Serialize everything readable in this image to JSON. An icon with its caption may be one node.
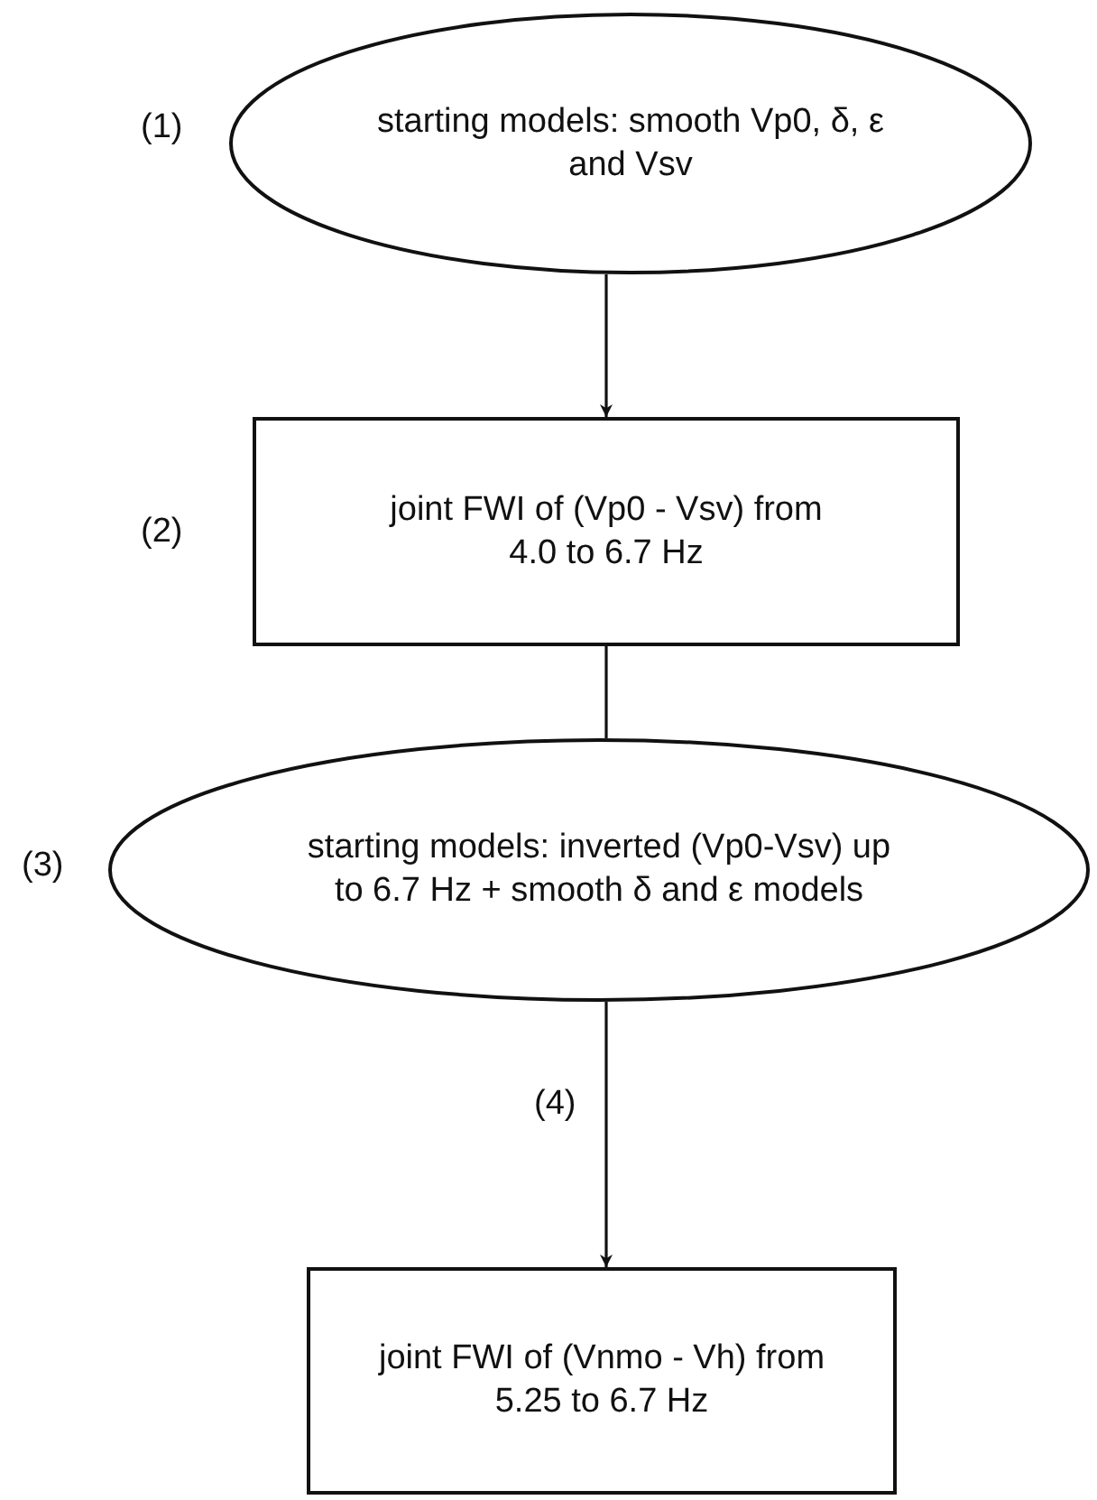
{
  "diagram": {
    "nodes": [
      {
        "text": [
          "starting models: smooth Vp0, δ, ε and Vsv"
        ],
        "beside": [
          "(1)"
        ]
      },
      {
        "text": [
          "joint FWI of (Vp0 - Vsv) from 4.0 to 6.7 Hz"
        ],
        "beside": [
          "(2)"
        ]
      },
      {
        "text": [
          "starting models: inverted (Vp0-Vsv) up to 6.7 Hz + smooth δ and ε models"
        ],
        "beside": [
          "(3)"
        ]
      },
      {
        "text": [
          "joint FWI of (Vnmo - Vh) from 5.25 to 6.7 Hz"
        ]
      }
    ],
    "edges": [
      {
        "from": 0,
        "to": 1,
        "arrow": "to"
      },
      {
        "from": 1,
        "to": 2,
        "arrow": "none"
      },
      {
        "from": 2,
        "to": 3,
        "arrow": "to",
        "label": "(4)"
      }
    ]
  }
}
